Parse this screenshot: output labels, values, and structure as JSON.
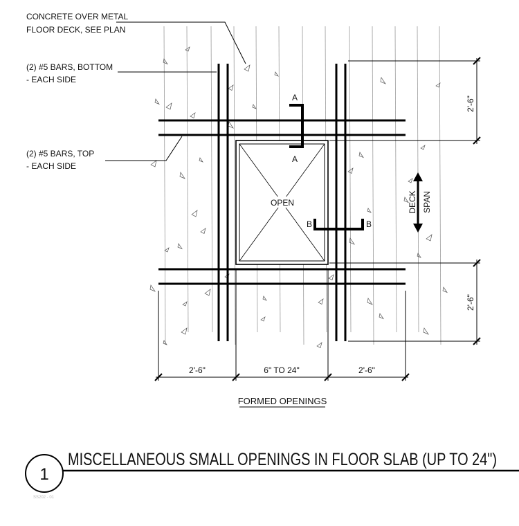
{
  "notes": {
    "concrete_line1": "CONCRETE OVER METAL",
    "concrete_line2": "FLOOR DECK, SEE PLAN",
    "bottom_bars_line1": "(2) #5 BARS, BOTTOM",
    "bottom_bars_line2": "- EACH SIDE",
    "top_bars_line1": "(2) #5 BARS, TOP",
    "top_bars_line2": "- EACH SIDE"
  },
  "opening_label": "OPEN",
  "deck_span": {
    "line1": "DECK",
    "line2": "SPAN"
  },
  "sections": {
    "a": "A",
    "b": "B"
  },
  "dimensions": {
    "left": "2'-6\"",
    "middle": "6\" TO 24\"",
    "right": "2'-6\"",
    "top_right": "2'-6\"",
    "bottom_right": "2'-6\""
  },
  "subtitle": "FORMED OPENINGS",
  "detail": {
    "number": "1",
    "title": "MISCELLANEOUS SMALL OPENINGS IN FLOOR SLAB (UP TO 24\")",
    "ref": "SS202 - 01"
  }
}
